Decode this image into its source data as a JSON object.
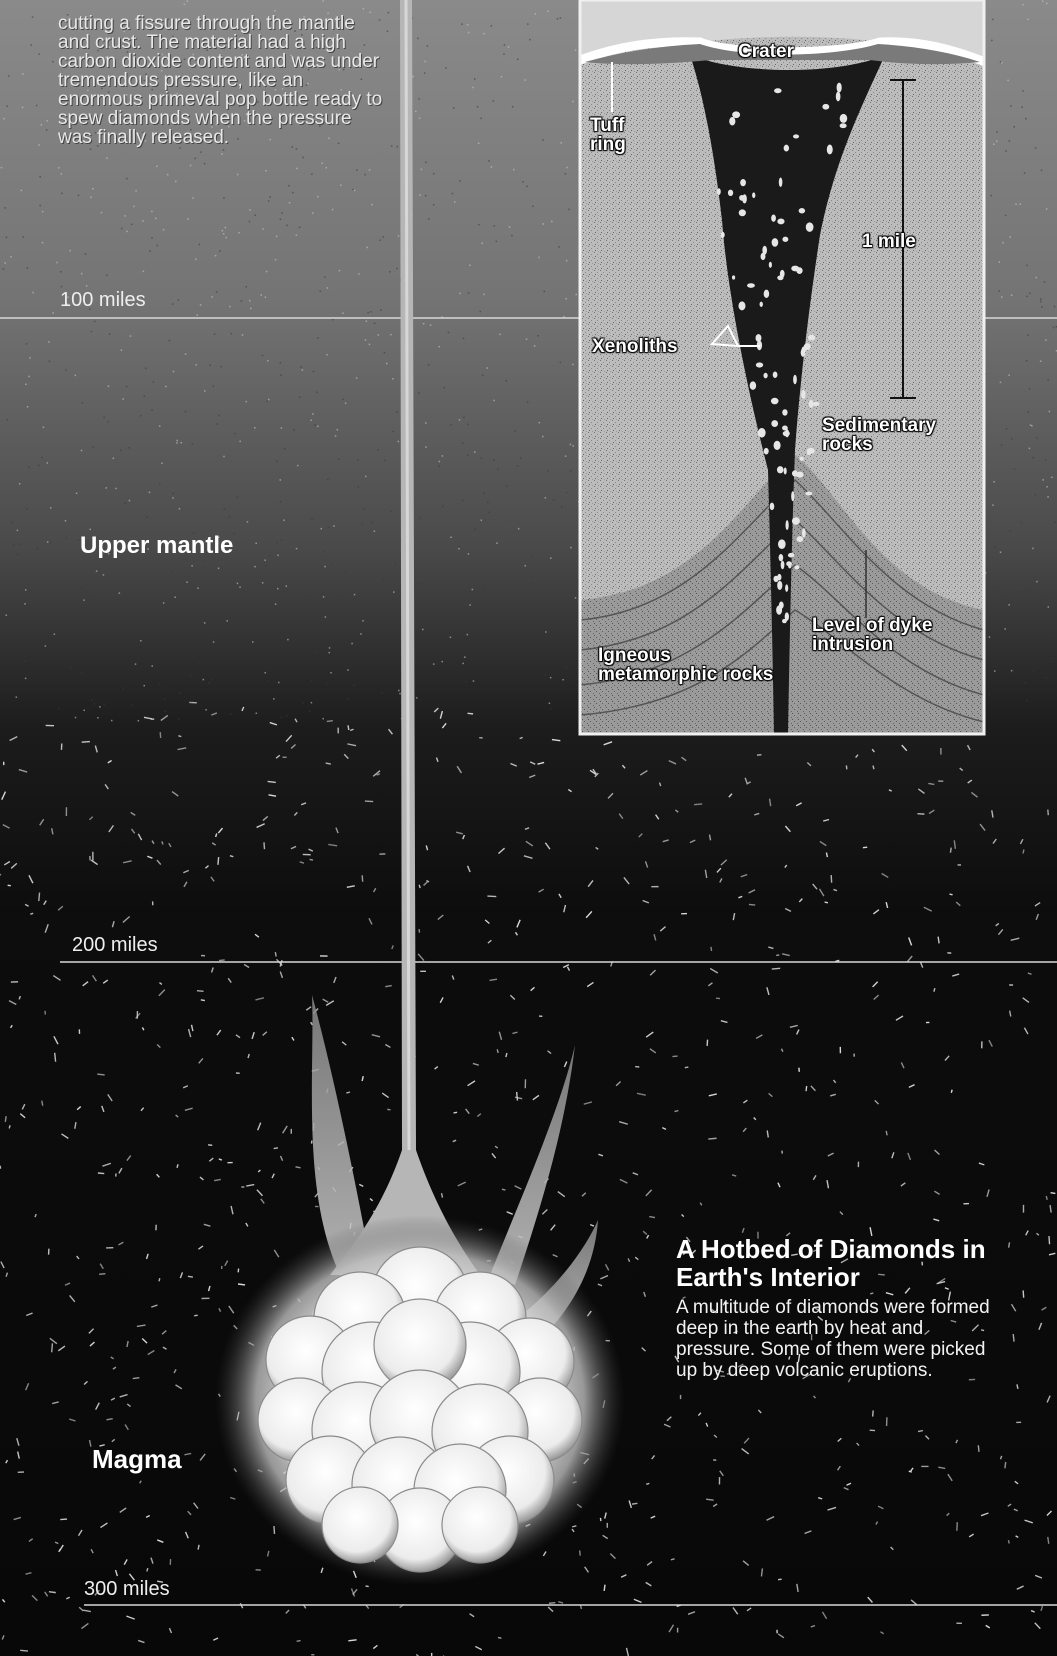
{
  "intro_text": "cutting a fissure through the mantle and crust. The material had a high carbon dioxide content and was under tremendous pressure, like an enormous primeval pop bottle ready to spew diamonds when the pressure was finally released.",
  "depths": {
    "d100": "100 miles",
    "d200": "200 miles",
    "d300": "300 miles"
  },
  "layers": {
    "upper_mantle": "Upper mantle",
    "magma": "Magma"
  },
  "inset": {
    "crater": "Crater",
    "tuff_ring": "Tuff ring",
    "one_mile": "1 mile",
    "xenoliths": "Xenoliths",
    "sedimentary": "Sedimentary rocks",
    "dyke": "Level of dyke intrusion",
    "igneous": "Igneous metamorphic rocks"
  },
  "caption": {
    "title": "A Hotbed of Diamonds in Earth's Interior",
    "body": "A multitude of diamonds were formed deep in the earth by heat and pressure. Some of them were picked up by deep volcanic eruptions."
  },
  "colors": {
    "background_dark": "#0a0a0a",
    "mantle_gray": "#6e6e6e",
    "inset_light": "#bdbdbd",
    "pipe_dark": "#1c1c1c",
    "magma_white": "#ffffff"
  }
}
